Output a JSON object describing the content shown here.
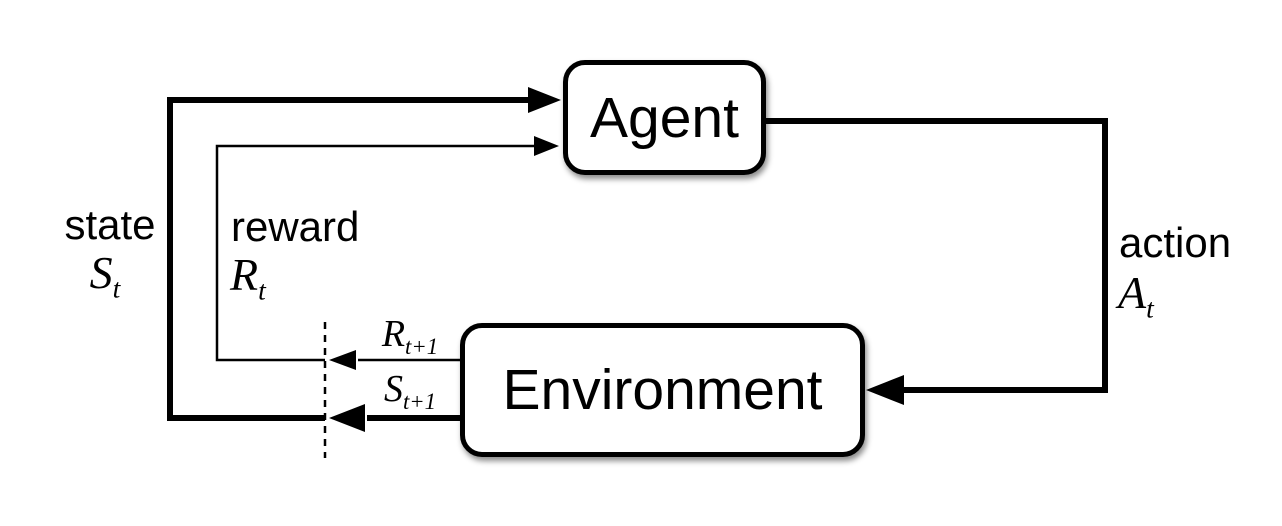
{
  "diagram": {
    "nodes": [
      {
        "id": "agent",
        "label": "Agent"
      },
      {
        "id": "environment",
        "label": "Environment"
      }
    ],
    "labels": {
      "state": "state",
      "reward": "reward",
      "action": "action"
    },
    "symbols": {
      "state": {
        "base": "S",
        "sub": "t"
      },
      "reward": {
        "base": "R",
        "sub": "t"
      },
      "action": {
        "base": "A",
        "sub": "t"
      },
      "next_reward": {
        "base": "R",
        "sub": "t+1"
      },
      "next_state": {
        "base": "S",
        "sub": "t+1"
      }
    },
    "edges": [
      {
        "from": "agent",
        "to": "environment",
        "meaning": "action"
      },
      {
        "from": "environment",
        "to": "agent",
        "meaning": "state"
      },
      {
        "from": "environment",
        "to": "agent",
        "meaning": "reward"
      }
    ],
    "colors": {
      "ink": "#000000",
      "background": "#ffffff"
    }
  }
}
